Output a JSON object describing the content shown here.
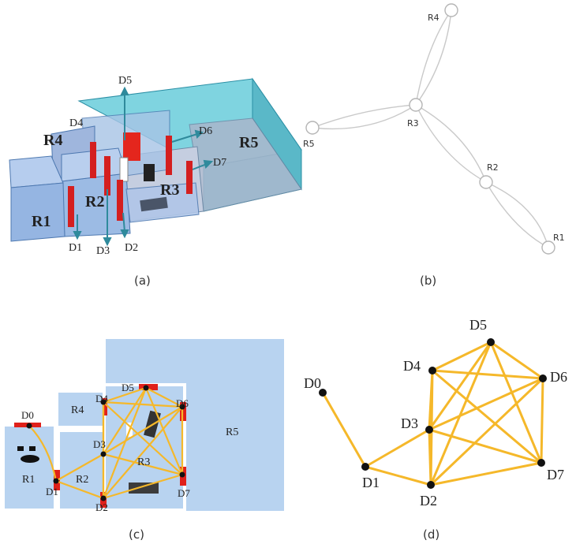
{
  "captions": {
    "a": "(a)",
    "b": "(b)",
    "c": "(c)",
    "d": "(d)"
  },
  "panel_a": {
    "rooms": [
      "R1",
      "R2",
      "R3",
      "R4",
      "R5"
    ],
    "doors": [
      "D1",
      "D2",
      "D3",
      "D4",
      "D5",
      "D6",
      "D7"
    ]
  },
  "panel_b": {
    "nodes": [
      "R1",
      "R2",
      "R3",
      "R4",
      "R5"
    ]
  },
  "panel_c": {
    "rooms": [
      "R1",
      "R2",
      "R3",
      "R4",
      "R5"
    ],
    "doors": [
      "D0",
      "D1",
      "D2",
      "D3",
      "D4",
      "D5",
      "D6",
      "D7"
    ]
  },
  "panel_d": {
    "nodes": [
      "D0",
      "D1",
      "D2",
      "D3",
      "D4",
      "D5",
      "D6",
      "D7"
    ],
    "edges": [
      [
        "D0",
        "D1"
      ],
      [
        "D1",
        "D2"
      ],
      [
        "D1",
        "D3"
      ],
      [
        "D2",
        "D3"
      ],
      [
        "D2",
        "D4"
      ],
      [
        "D2",
        "D5"
      ],
      [
        "D2",
        "D6"
      ],
      [
        "D2",
        "D7"
      ],
      [
        "D3",
        "D4"
      ],
      [
        "D3",
        "D5"
      ],
      [
        "D3",
        "D6"
      ],
      [
        "D3",
        "D7"
      ],
      [
        "D4",
        "D5"
      ],
      [
        "D4",
        "D6"
      ],
      [
        "D4",
        "D7"
      ],
      [
        "D5",
        "D6"
      ],
      [
        "D5",
        "D7"
      ],
      [
        "D6",
        "D7"
      ]
    ]
  },
  "colors": {
    "room_fill": "#b8d3f0",
    "edge_yellow": "#f5b82a",
    "door_red": "#e0201a",
    "node_black": "#111111",
    "r5_cyan": "#5fc8d8"
  }
}
